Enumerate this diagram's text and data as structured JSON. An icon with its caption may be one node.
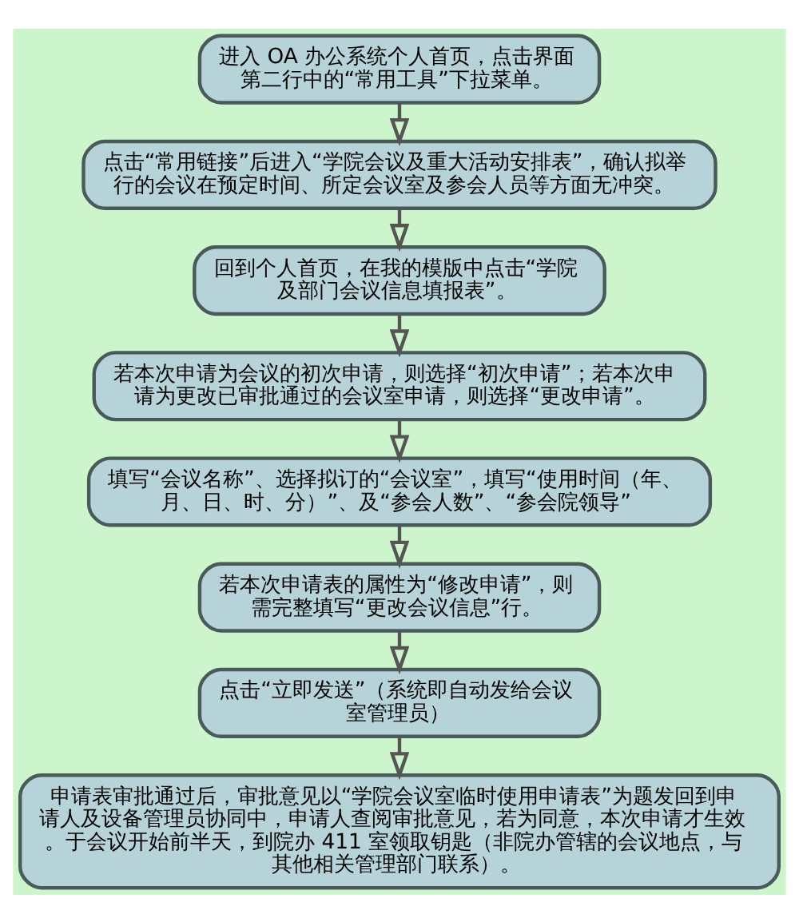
{
  "diagram": {
    "nodes": [
      {
        "text": [
          "进入 OA 办公系统个人首页，点击界面第二行中的“常用工具”下拉菜单。"
        ]
      },
      {
        "text": [
          "点击“常用链接”后进入“学院会议及重大活动安排表”，确认拟举行的会议在预定时间、所定会议室及参会人员等方面无冲突。"
        ]
      },
      {
        "text": [
          "回到个人首页，在我的模版中点击“学院及部门会议信息填报表”。"
        ]
      },
      {
        "text": [
          "若本次申请为会议的初次申请，则选择“初次申请”；若本次申请为更改已审批通过的会议室申请，则选择“更改申请”。"
        ]
      },
      {
        "text": [
          "填写“会议名称”、选择拟订的“会议室”，填写“使用时间（年、月、日、时、分）”、及“参会人数”、“参会院领导”"
        ]
      },
      {
        "text": [
          "若本次申请表的属性为“修改申请”，则需完整填写“更改会议信息”行。"
        ]
      },
      {
        "text": [
          "点击“立即发送”（系统即自动发给会议室管理员）"
        ]
      },
      {
        "text": [
          "申请表审批通过后，审批意见以“学院会议室临时使用申请表”为题发回到申请人及设备管理员协同中，申请人查阅审批意见，若为同意，本次申请才生效。于会议开始前半天，到院办 411 室领取钥匙（非院办管辖的会议地点，与其他相关管理部门联系）。"
        ]
      }
    ],
    "edges": [
      {
        "from": 0,
        "to": 1,
        "arrow": "to"
      },
      {
        "from": 1,
        "to": 2,
        "arrow": "to"
      },
      {
        "from": 2,
        "to": 3,
        "arrow": "to"
      },
      {
        "from": 3,
        "to": 4,
        "arrow": "to"
      },
      {
        "from": 4,
        "to": 5,
        "arrow": "to"
      },
      {
        "from": 5,
        "to": 6,
        "arrow": "to"
      },
      {
        "from": 6,
        "to": 7,
        "arrow": "to"
      }
    ]
  }
}
